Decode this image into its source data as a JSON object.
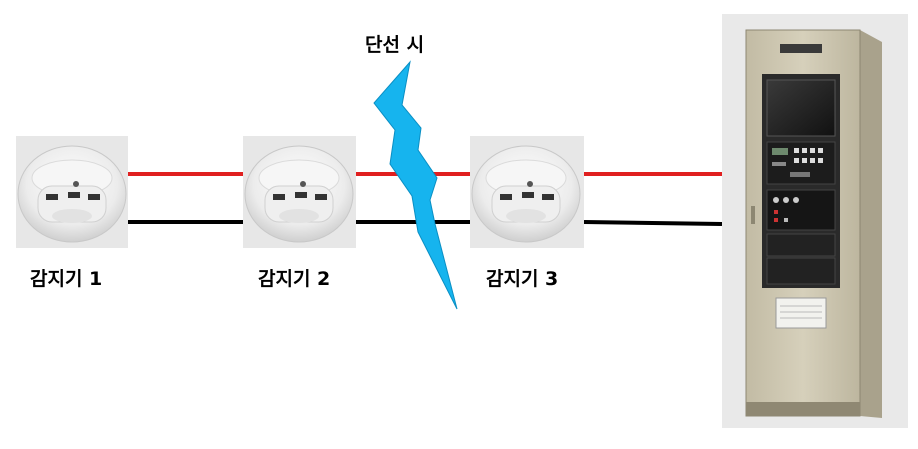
{
  "labels": {
    "detector_1": "감지기 1",
    "detector_2": "감지기 2",
    "detector_3": "감지기 3",
    "break": "단선 시"
  },
  "colors": {
    "wire_positive": "#e02020",
    "wire_negative": "#000000",
    "break_bolt": "#16b4ee",
    "panel_body": "#cfc8b2",
    "panel_dark": "#1c1c1c"
  }
}
